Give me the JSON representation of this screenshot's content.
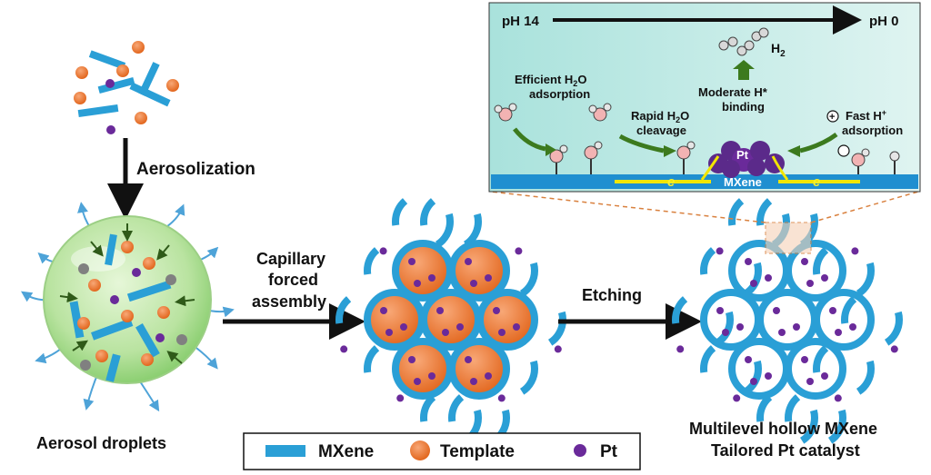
{
  "steps": {
    "aerosolization": "Aerosolization",
    "capillary_line1": "Capillary",
    "capillary_line2": "forced",
    "capillary_line3": "assembly",
    "etching": "Etching"
  },
  "labels": {
    "aerosol_droplets": "Aerosol droplets",
    "product_line1": "Multilevel hollow MXene",
    "product_line2": "Tailored Pt catalyst"
  },
  "legend": {
    "mxene": "MXene",
    "template": "Template",
    "pt": "Pt"
  },
  "inset": {
    "ph_left": "pH 14",
    "ph_right": "pH 0",
    "h2": "H",
    "h2_sub": "2",
    "adsorption_l1": "Efficient H",
    "adsorption_sub": "2",
    "adsorption_l1b": "O",
    "adsorption_l2": "adsorption",
    "cleavage_l1": "Rapid H",
    "cleavage_sub": "2",
    "cleavage_l1b": "O",
    "cleavage_l2": "cleavage",
    "binding_l1": "Moderate H*",
    "binding_l2": "binding",
    "fast_l1": "Fast H",
    "fast_sup": "+",
    "fast_l2": "adsorption",
    "pt_label": "Pt",
    "mxene_label": "MXene",
    "electron": "e"
  },
  "colors": {
    "mxene": "#2a9fd6",
    "template": "#ee7a2c",
    "pt": "#6a2a9a",
    "droplet": "#b9e3a0",
    "inset_bg": "#bfe8e4",
    "arrow_green": "#3c7a1e",
    "electron_yellow": "#f2e600"
  }
}
